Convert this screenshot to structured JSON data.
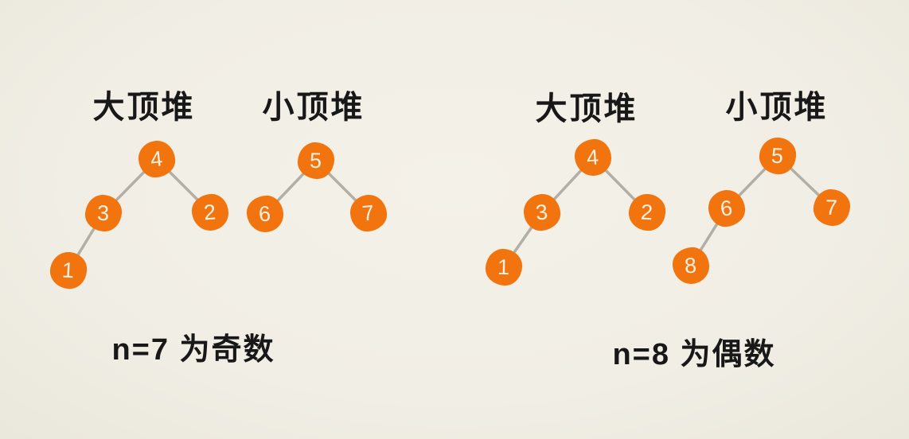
{
  "colors": {
    "bg": "#f1eee5",
    "bg_light": "#f4f1e8",
    "bg_dark": "#eae7dc",
    "node": "#f2740e",
    "node_text": "#f7f1e4",
    "edge": "#b1afa6",
    "ink": "#181818"
  },
  "groups": [
    {
      "caption": "n=7 为奇数",
      "heaps": [
        {
          "title": "大顶堆",
          "type": "max",
          "nodes": [
            "4",
            "3",
            "2",
            "1"
          ],
          "edges": [
            [
              "4",
              "3"
            ],
            [
              "4",
              "2"
            ],
            [
              "3",
              "1"
            ]
          ]
        },
        {
          "title": "小顶堆",
          "type": "min",
          "nodes": [
            "5",
            "6",
            "7"
          ],
          "edges": [
            [
              "5",
              "6"
            ],
            [
              "5",
              "7"
            ]
          ]
        }
      ]
    },
    {
      "caption": "n=8 为偶数",
      "heaps": [
        {
          "title": "大顶堆",
          "type": "max",
          "nodes": [
            "4",
            "3",
            "2",
            "1"
          ],
          "edges": [
            [
              "4",
              "3"
            ],
            [
              "4",
              "2"
            ],
            [
              "3",
              "1"
            ]
          ]
        },
        {
          "title": "小顶堆",
          "type": "min",
          "nodes": [
            "5",
            "6",
            "7",
            "8"
          ],
          "edges": [
            [
              "5",
              "6"
            ],
            [
              "5",
              "7"
            ],
            [
              "6",
              "8"
            ]
          ]
        }
      ]
    }
  ]
}
